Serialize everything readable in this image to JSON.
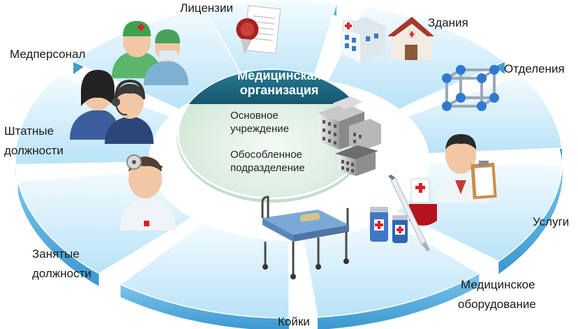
{
  "center": {
    "title_line1": "Медицинская",
    "title_line2": "организация",
    "items": [
      {
        "line1": "Основное",
        "line2": "учреждение",
        "icon": "main-building-icon"
      },
      {
        "line1": "Обособленное",
        "line2": "подразделение",
        "icon": "branch-building-icon"
      }
    ]
  },
  "segments": [
    {
      "id": "licenses",
      "label_line1": "Лицензии",
      "label_line2": "",
      "icon": "license-certificate-icon"
    },
    {
      "id": "buildings",
      "label_line1": "Здания",
      "label_line2": "",
      "icon": "hospital-buildings-icon"
    },
    {
      "id": "departments",
      "label_line1": "Отделения",
      "label_line2": "",
      "icon": "molecule-structure-icon"
    },
    {
      "id": "services",
      "label_line1": "Услуги",
      "label_line2": "",
      "icon": "doctor-clipboard-icon"
    },
    {
      "id": "equipment",
      "label_line1": "Медицинское",
      "label_line2": "оборудование",
      "icon": "medical-vials-syringe-icon"
    },
    {
      "id": "beds",
      "label_line1": "Койки",
      "label_line2": "",
      "icon": "hospital-bed-icon"
    },
    {
      "id": "occupied",
      "label_line1": "Занятые",
      "label_line2": "должности",
      "icon": "doctor-head-mirror-icon"
    },
    {
      "id": "staff-positions",
      "label_line1": "Штатные",
      "label_line2": "должности",
      "icon": "staff-operators-icon"
    },
    {
      "id": "personnel",
      "label_line1": "Медперсонал",
      "label_line2": "",
      "icon": "surgeons-icon"
    }
  ],
  "colors": {
    "ring_top": "#e6f5fd",
    "ring_bottom": "#a9dcf4",
    "ring_side": "#55aede",
    "center_fill": "#e3f0e6",
    "center_band": "#1c6a83",
    "center_title": "#ffffff",
    "label": "#1a1a1a",
    "red_cross": "#d8232a"
  }
}
